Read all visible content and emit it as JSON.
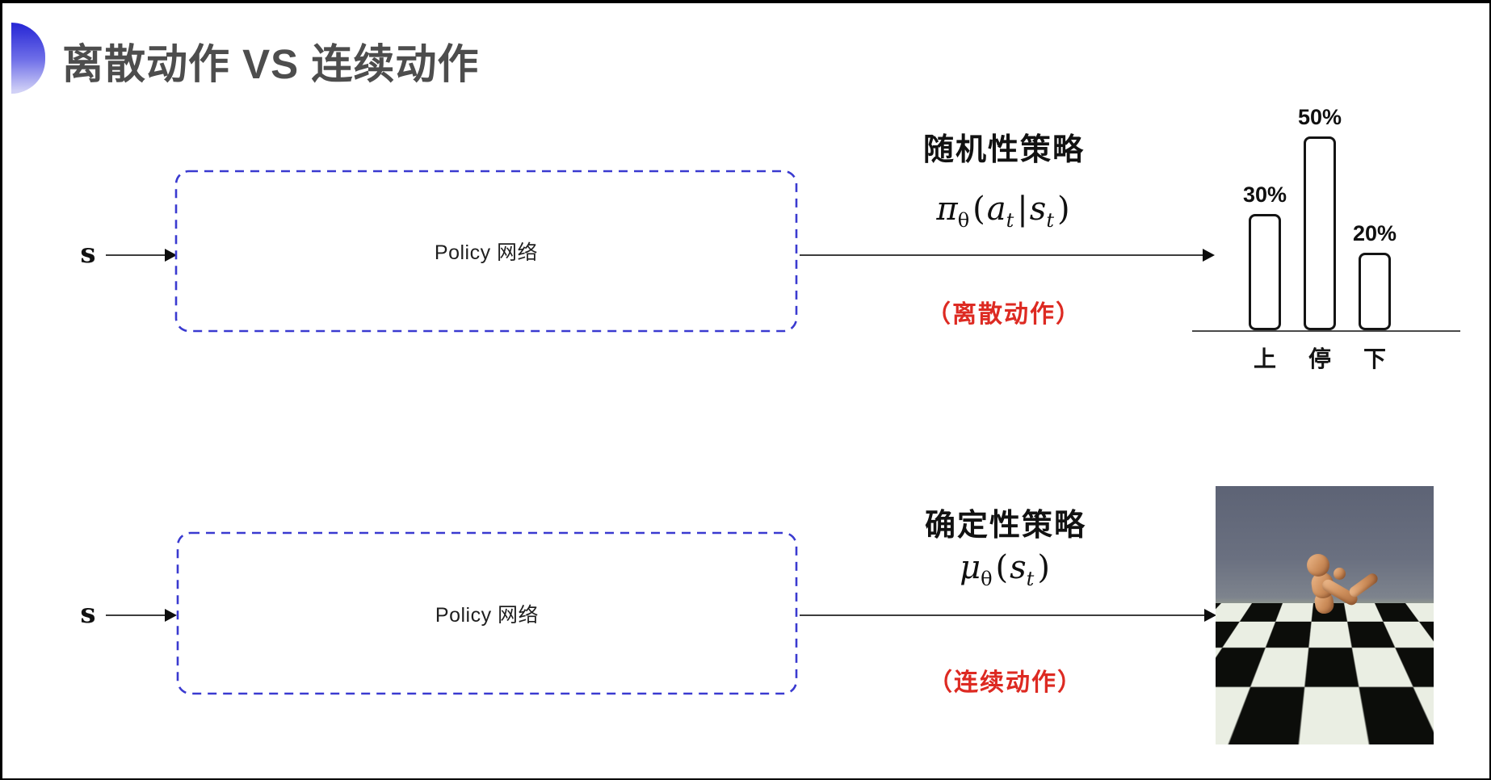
{
  "slide": {
    "title": "离散动作 VS 连续动作"
  },
  "colors": {
    "accent_blue": "#3a3ad0",
    "caption_red": "#dd2a22",
    "title_gray": "#4d4d4d"
  },
  "top_flow": {
    "input_label": "s",
    "box_label": "Policy 网络",
    "policy_heading": "随机性策略",
    "formula_text": "π_θ(a_t|s_t)",
    "formula_tokens": [
      {
        "t": "π",
        "k": "it"
      },
      {
        "t": "θ",
        "k": "sub"
      },
      {
        "t": "(",
        "k": "up"
      },
      {
        "t": "a",
        "k": "it"
      },
      {
        "t": "t",
        "k": "subit"
      },
      {
        "t": "|",
        "k": "up"
      },
      {
        "t": "s",
        "k": "it"
      },
      {
        "t": "t",
        "k": "subit"
      },
      {
        "t": ")",
        "k": "up"
      }
    ],
    "caption": "（离散动作）"
  },
  "bottom_flow": {
    "input_label": "s",
    "box_label": "Policy 网络",
    "policy_heading": "确定性策略",
    "formula_text": "μ_θ(s_t)",
    "formula_tokens": [
      {
        "t": "μ",
        "k": "it"
      },
      {
        "t": "θ",
        "k": "sub"
      },
      {
        "t": "(",
        "k": "up"
      },
      {
        "t": "s",
        "k": "it"
      },
      {
        "t": "t",
        "k": "subit"
      },
      {
        "t": ")",
        "k": "up"
      }
    ],
    "caption": "（连续动作）"
  },
  "chart_data": {
    "type": "bar",
    "categories": [
      "上",
      "停",
      "下"
    ],
    "values": [
      30,
      50,
      20
    ],
    "value_labels": [
      "30%",
      "50%",
      "20%"
    ],
    "title": "",
    "xlabel": "",
    "ylabel": "",
    "ylim": [
      0,
      55
    ],
    "grid": false,
    "legend": false
  }
}
